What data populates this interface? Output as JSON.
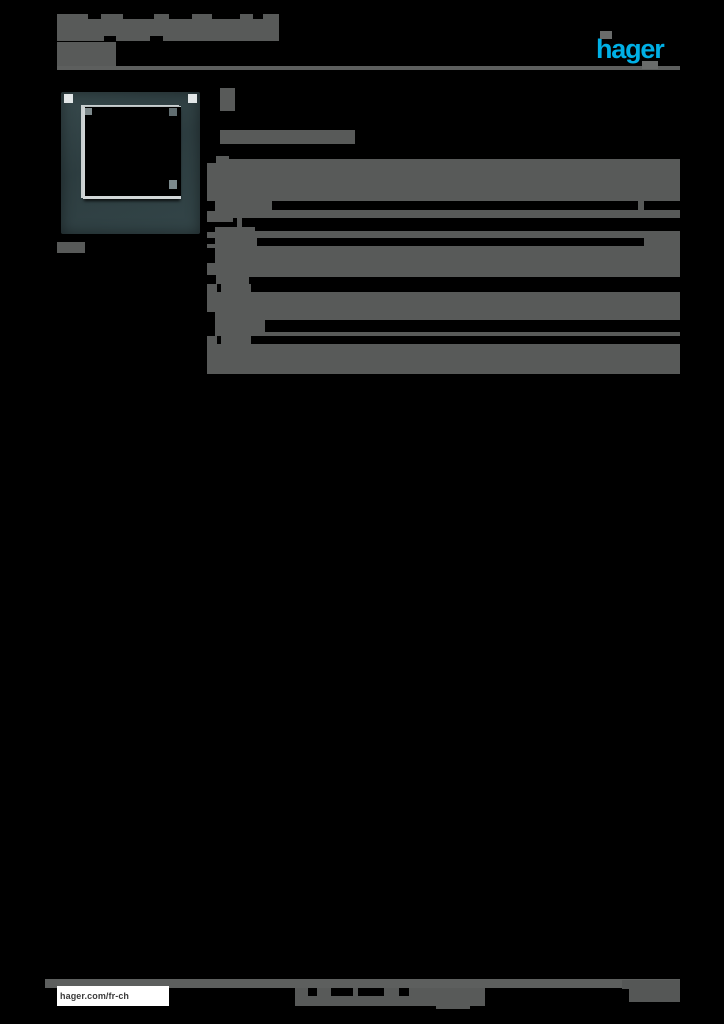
{
  "document": {
    "type": "product-datasheet",
    "brand": "hager",
    "logo_text": "hager",
    "logo_color": "#00b0e6",
    "background_color": "#000000",
    "redaction_color": "#585a59",
    "title": "",
    "sku": "",
    "section_label": "",
    "product_caption": ""
  },
  "header": {
    "title": "",
    "subtitle": "",
    "sku": "",
    "logo_label": "hager"
  },
  "product": {
    "caption": "",
    "image_alt": "square cover frame",
    "frame_color": "#334548",
    "highlight_color": "#cfd4d5"
  },
  "content": {
    "icon_label": "",
    "section_heading": ""
  },
  "spec_table": {
    "rows": [
      {
        "label": "",
        "value": "",
        "height": 45,
        "band": "dark"
      },
      {
        "label": "",
        "value": "",
        "height": 17,
        "band": "dark"
      },
      {
        "label": "",
        "value": "",
        "height": 9,
        "band": "gap"
      },
      {
        "label": "",
        "value": "",
        "height": 11,
        "band": "dark"
      },
      {
        "label": "",
        "value": "",
        "height": 19,
        "band": "dark"
      },
      {
        "label": "",
        "value": "",
        "height": 27,
        "band": "dark"
      },
      {
        "label": "",
        "value": "",
        "height": 8,
        "band": "gap"
      },
      {
        "label": "",
        "value": "",
        "height": 28,
        "band": "dark"
      },
      {
        "label": "",
        "value": "",
        "height": 16,
        "band": "dark"
      },
      {
        "label": "",
        "value": "",
        "height": 8,
        "band": "gap"
      },
      {
        "label": "",
        "value": "",
        "height": 30,
        "band": "dark"
      }
    ]
  },
  "footer": {
    "url": "hager.com/fr-ch",
    "center_text": "",
    "page_number": ""
  }
}
